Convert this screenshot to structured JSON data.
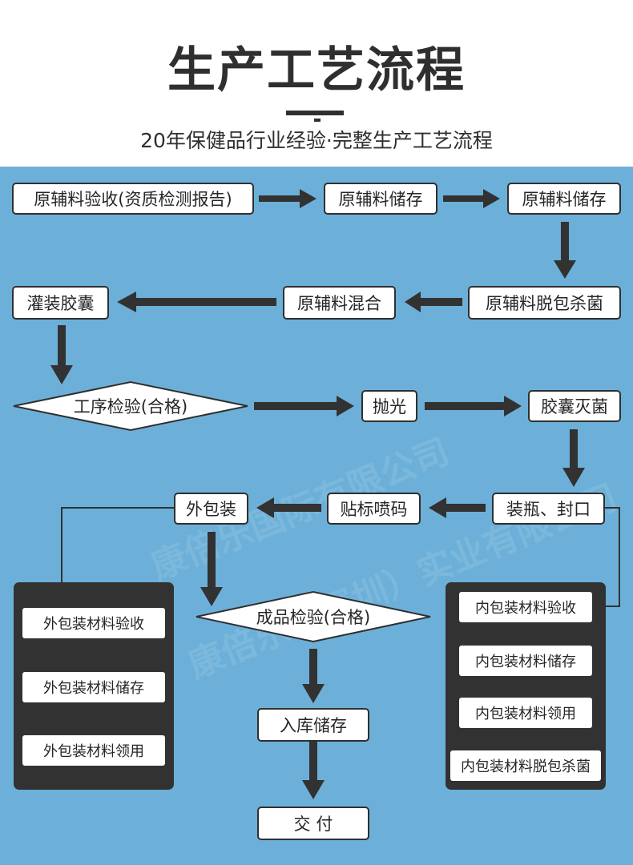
{
  "header": {
    "title": "生产工艺流程",
    "subtitle": "20年保健品行业经验·完整生产工艺流程"
  },
  "watermark": {
    "line1": "康倍乐国际有限公司",
    "line2": "康倍乐（深圳）实业有限公司"
  },
  "colors": {
    "background": "#6cb0d9",
    "box": "#ffffff",
    "arrow": "#323232",
    "group": "#323232"
  },
  "steps": {
    "raw_receiving": "原辅料验收(资质检测报告)",
    "raw_storage_1": "原辅料储存",
    "raw_storage_2": "原辅料储存",
    "raw_unpack_sterilize": "原辅料脱包杀菌",
    "raw_mixing": "原辅料混合",
    "filling_capsule": "灌装胶囊",
    "process_inspection": "工序检验(合格)",
    "polishing": "抛光",
    "capsule_sterilize": "胶囊灭菌",
    "bottling_sealing": "装瓶、封口",
    "labeling_coding": "贴标喷码",
    "outer_packing": "外包装",
    "finished_inspection": "成品检验(合格)",
    "warehouse_storage": "入库储存",
    "delivery": "交 付"
  },
  "outer_packaging_materials": [
    "外包装材料验收",
    "外包装材料储存",
    "外包装材料领用"
  ],
  "inner_packaging_materials": [
    "内包装材料验收",
    "内包装材料储存",
    "内包装材料领用",
    "内包装材料脱包杀菌"
  ]
}
